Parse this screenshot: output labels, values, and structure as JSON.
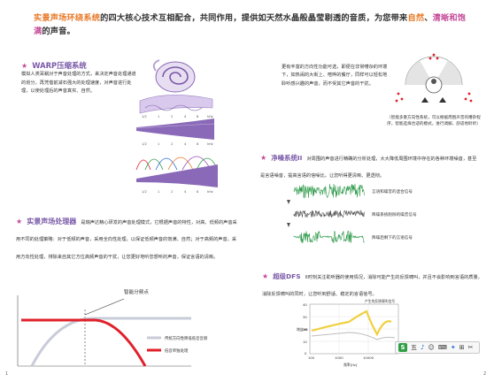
{
  "header": {
    "part1": "实景声场环绕系统",
    "part2": "的四大核心技术互相配合，共同作用，提供如天然水晶般晶莹剔透的音质，为您带来",
    "part3": "自然",
    "part4": "、",
    "part5": "清晰和饱满",
    "part6": "的声音。"
  },
  "warp": {
    "title": "WARP压缩系统",
    "body": "模拟人类耳蜗对于声音处理的方式，来决定声音处理通道的划分，再凭借前减石强大的处理速度，对声音进行处理，以使处理后的声音真实、自然。",
    "axis_labels": [
      "1/2",
      "1",
      "2",
      "4",
      "8",
      "kHz"
    ]
  },
  "direction": {
    "body": "更有丰富的方向性功能可选，即便在非常嘈杂的环境下，如热闹的大街上、喧哗的餐厅，同样可以轻松地聆听感兴趣的声音，而不受其它声音的干扰。",
    "caption": "（智能多重方向性系统，可以根据周围声音的嘈杂程序，智能选择合适的模式，进行调解，舒适地聆听）"
  },
  "processor": {
    "title": "实景声场处理器",
    "body": "是瑞声达精心研发的声音处理模式，它根据声音的特性，对高、低频的声音采用不同的处理策略：对于低频的声音，采用全向性处理，以保证低频声音的饱满、自然；对于高频的声音，采用方向性处理，排除来自其它方位高频声音的干扰，让您更好地听您想听的声音，保证言语的清晰。",
    "chart_label": "智能分频点",
    "legend": [
      {
        "label": "传统方向性降低低音音频",
        "color": "#c8ccd8"
      },
      {
        "label": "低音单独处理",
        "color": "#e0202a"
      }
    ]
  },
  "noise": {
    "title": "净噪系统II",
    "body": "对周围的声音进行精确的分析处理，大大降低周围环境中存在的各种环境噪音，甚至是言语噪音，提高言语的信噪比，让您听得更清晰、更透彻。",
    "labels": [
      "言语和噪音的混合信号",
      "降噪系统削除的噪音信号",
      "降噪后剩下的言语信号"
    ]
  },
  "dfs": {
    "title": "超级DFS",
    "body": "II时刻关注助听器的使用情况，消除可能产生的反馈啸叫，并且不会影响到言语的质量，消除反馈啸叫的同时，让您听到舒适、稳定的言语信号。",
    "chart_title": "产生的反馈啸叫信号",
    "ylabel": "增益dB",
    "xlabel": "频率[Hz]",
    "yticks": [
      "40",
      "30",
      "20",
      "10",
      "0"
    ],
    "xticks": [
      "100",
      "1000",
      "10000"
    ]
  },
  "page_numbers": {
    "left": "1",
    "right": "2"
  },
  "toolbar": {
    "logo": "S",
    "items": [
      "五",
      "♪",
      "☺",
      "⌨",
      "✦",
      "⊞",
      "✂"
    ]
  }
}
